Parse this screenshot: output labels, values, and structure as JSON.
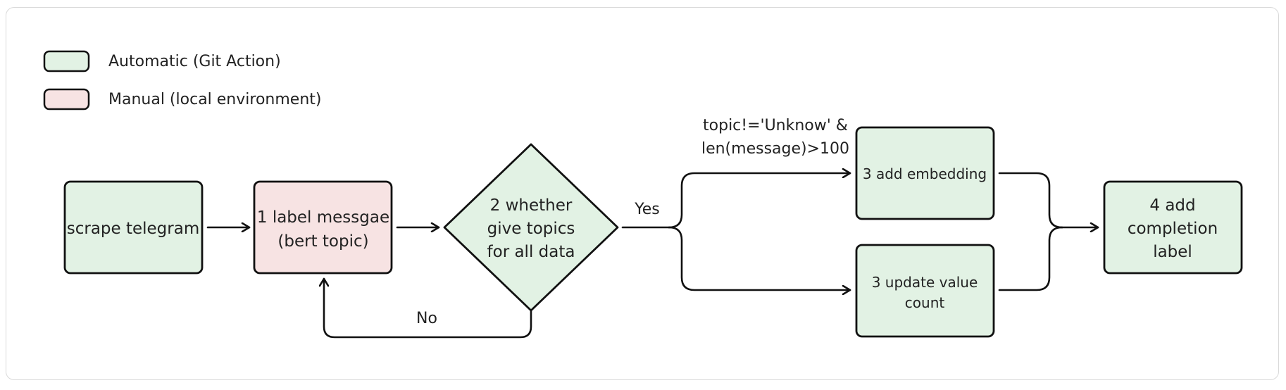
{
  "legend": {
    "items": [
      {
        "label": "Automatic (Git Action)",
        "color": "#e2f2e4"
      },
      {
        "label": "Manual (local environment)",
        "color": "#f7e3e3"
      }
    ]
  },
  "nodes": {
    "scrape": {
      "lines": [
        "scrape telegram"
      ],
      "color": "#e2f2e4"
    },
    "label_message": {
      "lines": [
        "1 label messgae",
        "(bert topic)"
      ],
      "color": "#f7e3e3"
    },
    "decision": {
      "lines": [
        "2 whether",
        "give  topics",
        "for all data"
      ],
      "color": "#e2f2e4"
    },
    "add_embedding": {
      "lines": [
        "3 add embedding"
      ],
      "color": "#e2f2e4"
    },
    "update_value_count": {
      "lines": [
        "3 update value",
        "count"
      ],
      "color": "#e2f2e4"
    },
    "completion_label": {
      "lines": [
        "4 add",
        "completion",
        "label"
      ],
      "color": "#e2f2e4"
    }
  },
  "edges": {
    "yes_label": "Yes",
    "no_label": "No",
    "condition_lines": [
      "topic!='Unknow' &",
      "len(message)>100"
    ]
  },
  "colors": {
    "stroke": "#111111",
    "frame": "#d9d9d9"
  }
}
